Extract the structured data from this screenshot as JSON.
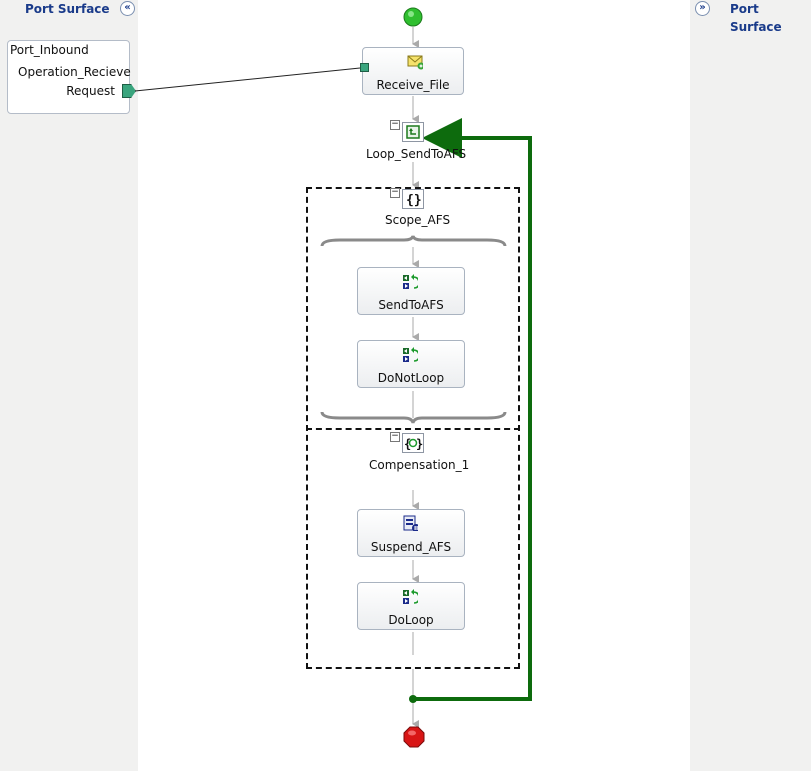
{
  "left_surface": {
    "title": "Port Surface",
    "collapse_glyph": "«"
  },
  "right_surface": {
    "title": "Port Surface",
    "expand_glyph": "»"
  },
  "port": {
    "name": "Port_Inbound",
    "operation": "Operation_Recieve",
    "message": "Request"
  },
  "orchestration": {
    "receive": {
      "label": "Receive_File",
      "icon": "receive-envelope-icon"
    },
    "loop": {
      "label": "Loop_SendToAFS",
      "icon": "loop-icon"
    },
    "scope": {
      "label": "Scope_AFS",
      "icon": "scope-braces-icon"
    },
    "send_to_afs": {
      "label": "SendToAFS",
      "icon": "expression-icon"
    },
    "do_not_loop": {
      "label": "DoNotLoop",
      "icon": "expression-icon"
    },
    "compensation": {
      "label": "Compensation_1",
      "icon": "compensation-icon"
    },
    "suspend": {
      "label": "Suspend_AFS",
      "icon": "suspend-icon"
    },
    "do_loop": {
      "label": "DoLoop",
      "icon": "expression-icon"
    }
  },
  "colors": {
    "start": "#2fbf2f",
    "end": "#d81515",
    "loop_line": "#0d6b0d",
    "surface": "#f1f1f0",
    "header_text": "#1a3b8a"
  }
}
